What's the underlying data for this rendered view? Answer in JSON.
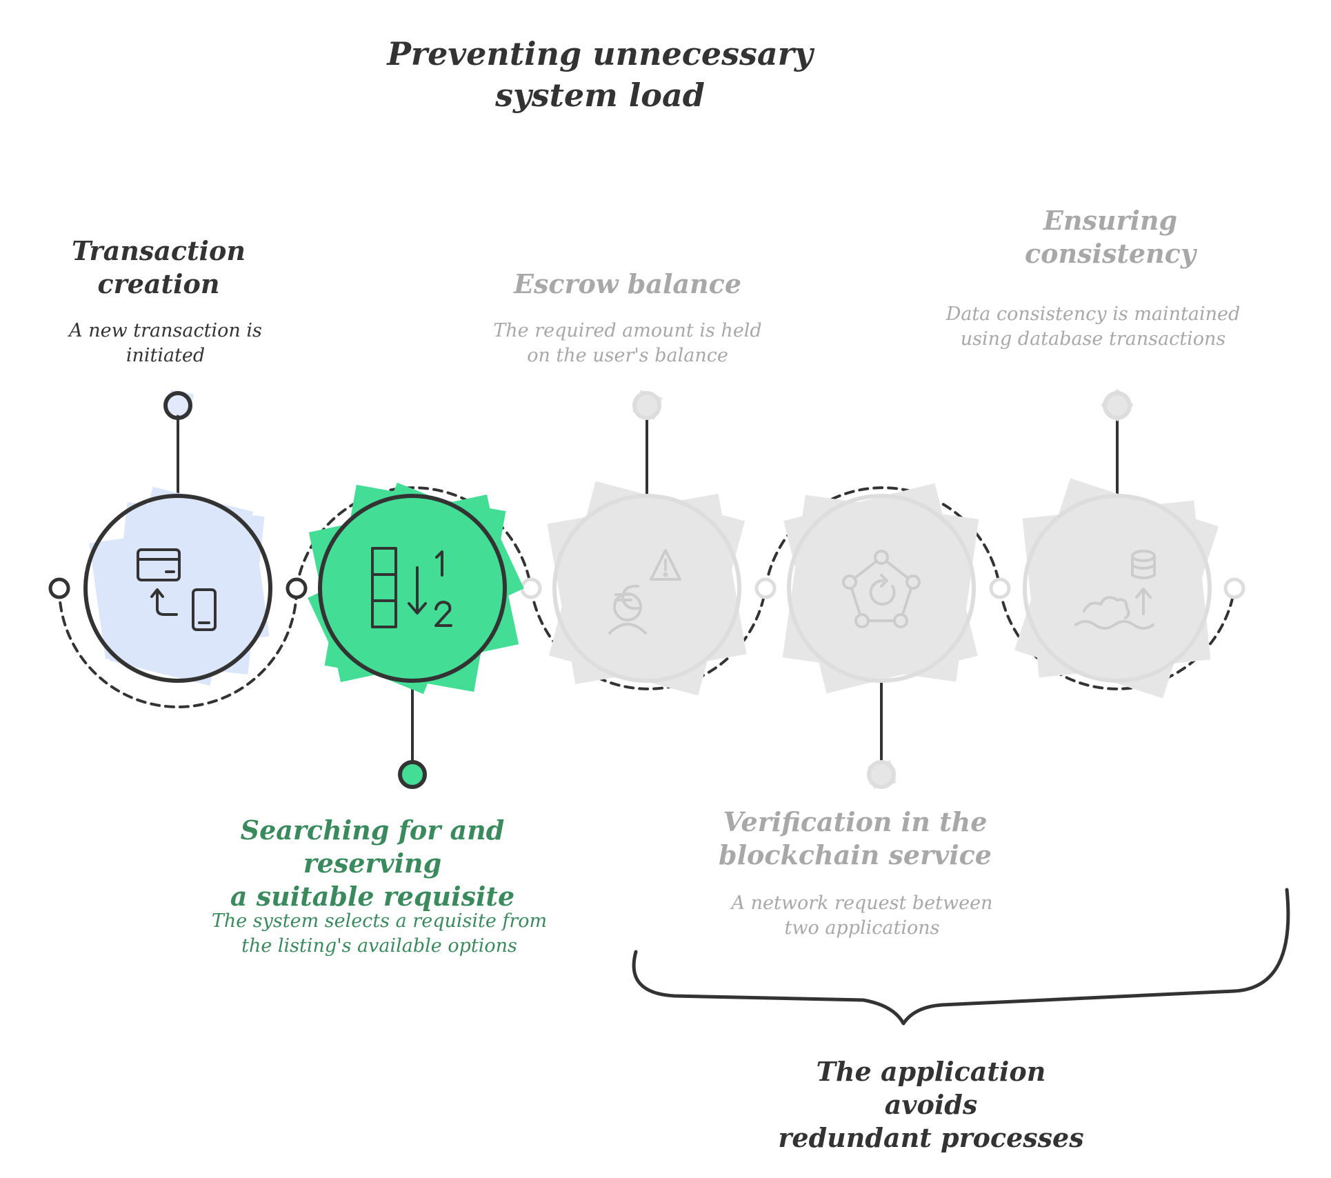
{
  "title": "Preventing unnecessary\nsystem load",
  "steps": [
    {
      "title": "Transaction\ncreation",
      "description": "A new transaction is\ninitiated",
      "icon": "card-phone-transfer-icon",
      "state": "done",
      "fill": "#dce6fb"
    },
    {
      "title": "Searching for and reserving\na suitable requisite",
      "description": "The system selects a requisite from\nthe listing's available options",
      "icon": "sort-list-icon",
      "state": "active",
      "fill": "#44dd96"
    },
    {
      "title": "Escrow balance",
      "description": "The required amount is held\non the user's balance",
      "icon": "euro-user-warning-icon",
      "state": "inactive",
      "fill": "#e6e6e6"
    },
    {
      "title": "Verification in the\nblockchain service",
      "description": "A network request between\ntwo applications",
      "icon": "network-refresh-icon",
      "state": "inactive",
      "fill": "#e6e6e6"
    },
    {
      "title": "Ensuring\nconsistency",
      "description": "Data consistency is maintained\nusing database transactions",
      "icon": "database-sync-icon",
      "state": "inactive",
      "fill": "#e6e6e6"
    }
  ],
  "bracket_label": "The application avoids\nredundant processes",
  "colors": {
    "dark": "#333333",
    "green": "#3a8a5e",
    "green_fill": "#44dd96",
    "blue_fill": "#dce6fb",
    "gray": "#a8a8a8",
    "gray_fill": "#e6e6e6"
  }
}
